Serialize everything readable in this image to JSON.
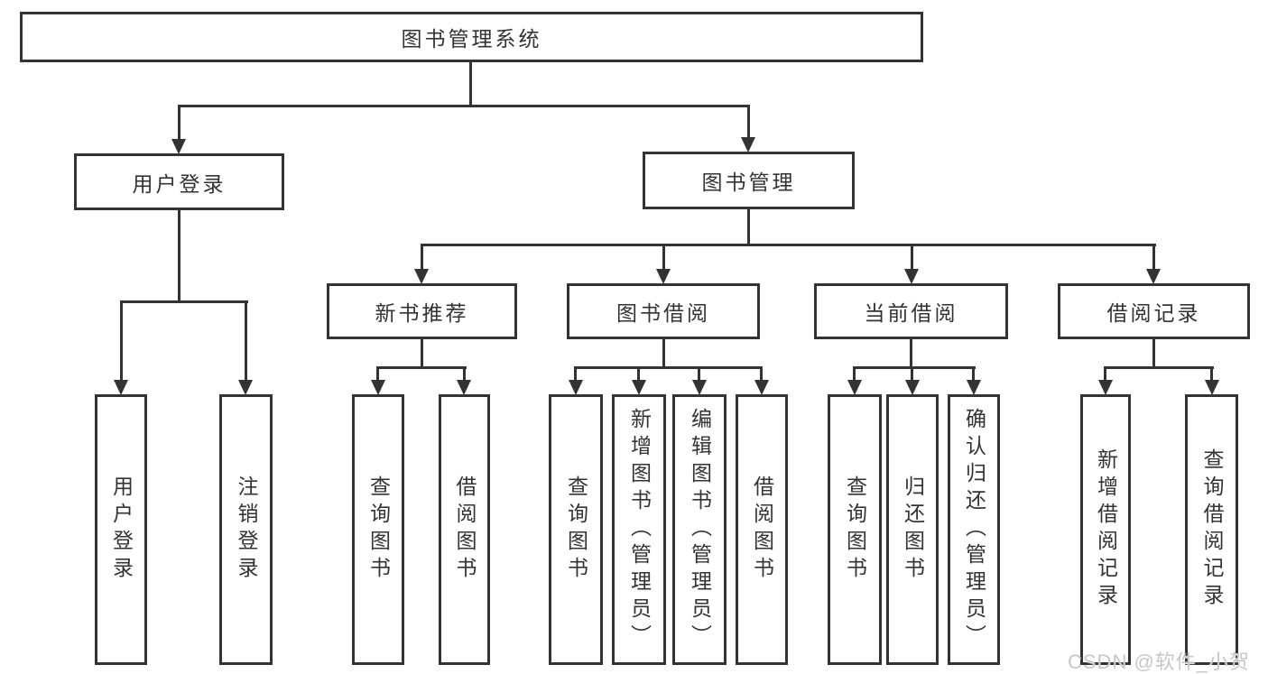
{
  "diagram": {
    "root": {
      "label": "图书管理系统"
    },
    "level2": [
      {
        "label": "用户登录"
      },
      {
        "label": "图书管理"
      }
    ],
    "level3": [
      {
        "label": "新书推荐"
      },
      {
        "label": "图书借阅"
      },
      {
        "label": "当前借阅"
      },
      {
        "label": "借阅记录"
      }
    ],
    "leaves": {
      "user_login": [
        "用户登录",
        "注销登录"
      ],
      "new_book": [
        "查询图书",
        "借阅图书"
      ],
      "borrow": [
        "查询图书",
        "新增图书（管理员）",
        "编辑图书（管理员）",
        "借阅图书"
      ],
      "current": [
        "查询图书",
        "归还图书",
        "确认归还（管理员）"
      ],
      "records": [
        "新增借阅记录",
        "查询借阅记录"
      ]
    }
  },
  "watermark": {
    "text": "CSDN @软件_小贺同学"
  },
  "colors": {
    "line": "#333333",
    "box_border": "#333333",
    "text": "#333333",
    "watermark": "#c7c7c7",
    "background": "#ffffff"
  }
}
